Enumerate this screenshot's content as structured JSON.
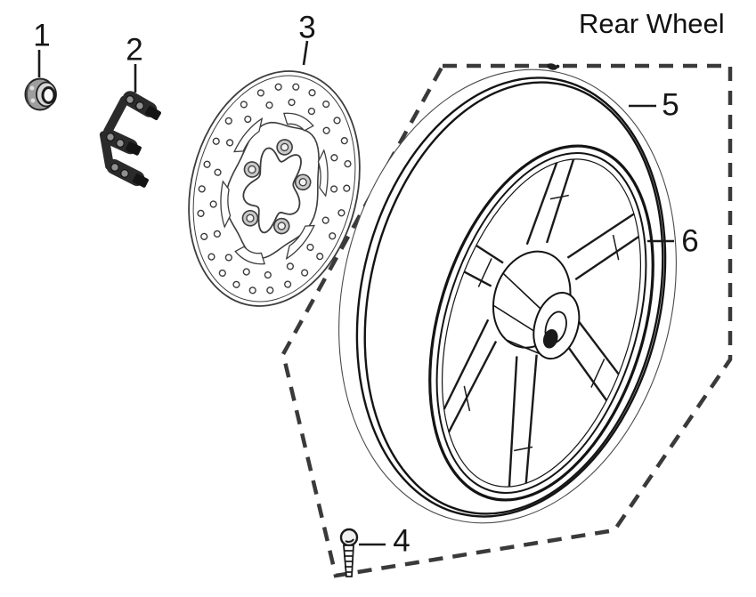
{
  "title": "Rear Wheel",
  "callouts": [
    {
      "n": "1"
    },
    {
      "n": "2"
    },
    {
      "n": "3"
    },
    {
      "n": "4"
    },
    {
      "n": "5"
    },
    {
      "n": "6"
    }
  ],
  "colors": {
    "ink": "#1a1a1a",
    "disc_line": "#3d3d3d",
    "dash_outline": "#3a3a3a",
    "background": "#ffffff"
  }
}
